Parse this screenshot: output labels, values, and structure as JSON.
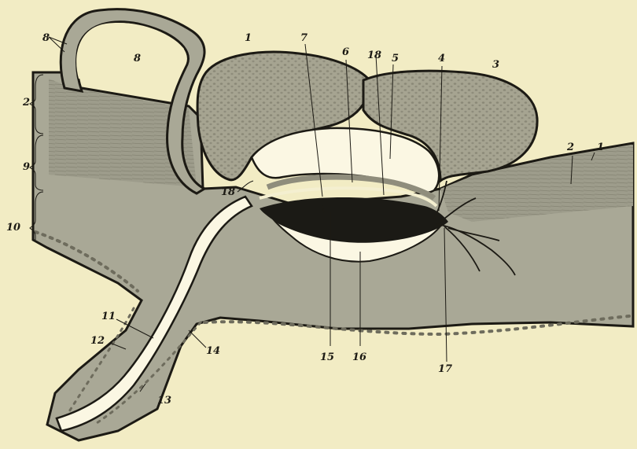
{
  "figure": {
    "labels": {
      "l1a": "1",
      "l1b": "1",
      "l2a": "2",
      "l2b": "2",
      "l3": "3",
      "l4": "4",
      "l5": "5",
      "l6": "6",
      "l7": "7",
      "l8a": "8",
      "l8b": "8",
      "l9": "9",
      "l10": "10",
      "l11": "11",
      "l12": "12",
      "l13": "13",
      "l14": "14",
      "l15": "15",
      "l16": "16",
      "l17": "17",
      "l18a": "18",
      "l18b": "18"
    },
    "colors": {
      "background": "#f2ecc4",
      "tissue": "#a9a896",
      "muscle": "#9a9988",
      "ink": "#1c1a14",
      "glandFill": "#a6a491",
      "cavity": "#fbf7e3"
    }
  }
}
